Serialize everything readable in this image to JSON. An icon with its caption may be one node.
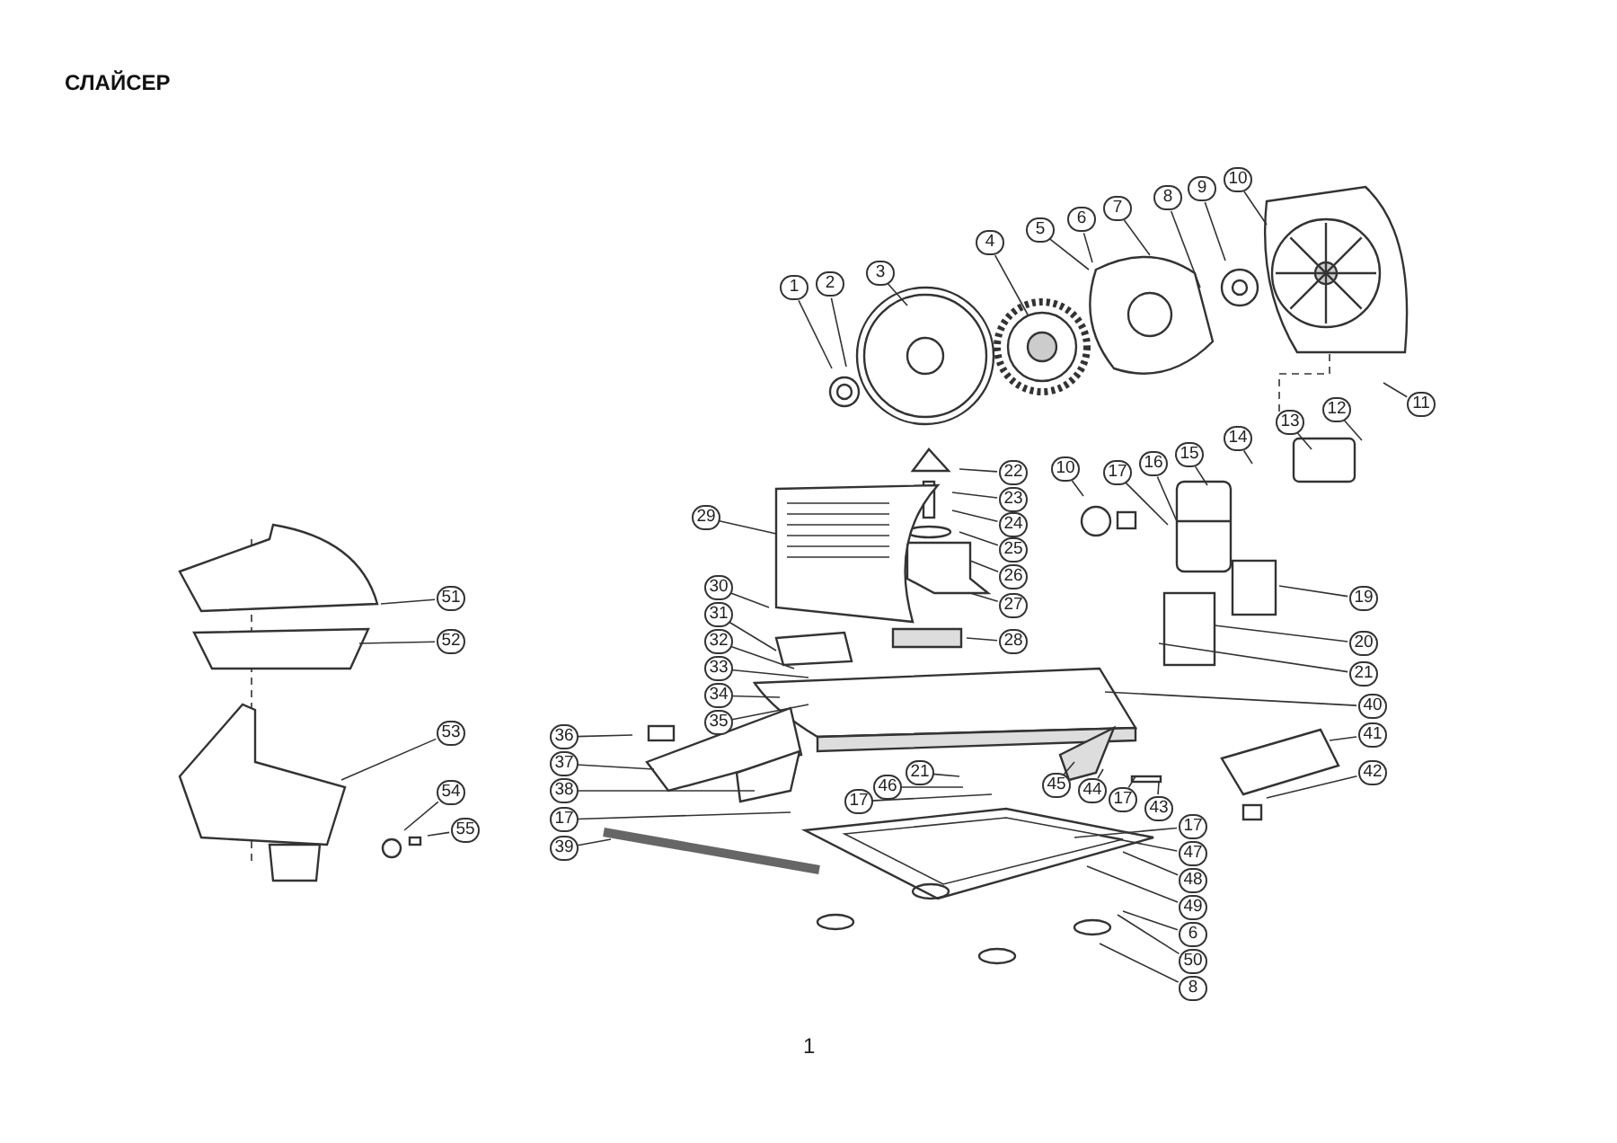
{
  "diagram": {
    "title": "СЛАЙСЕР",
    "nodes": [
      {
        "text": [
          "1"
        ]
      },
      {
        "text": [
          "2"
        ]
      },
      {
        "text": [
          "3"
        ]
      },
      {
        "text": [
          "4"
        ]
      },
      {
        "text": [
          "5"
        ]
      },
      {
        "text": [
          "6"
        ]
      },
      {
        "text": [
          "7"
        ]
      },
      {
        "text": [
          "8"
        ]
      },
      {
        "text": [
          "9"
        ]
      },
      {
        "text": [
          "10"
        ]
      },
      {
        "text": [
          "11"
        ]
      },
      {
        "text": [
          "12"
        ]
      },
      {
        "text": [
          "13"
        ]
      },
      {
        "text": [
          "14"
        ]
      },
      {
        "text": [
          "15"
        ]
      },
      {
        "text": [
          "16"
        ]
      },
      {
        "text": [
          "17"
        ]
      },
      {
        "text": [
          "10"
        ]
      },
      {
        "text": [
          "22"
        ]
      },
      {
        "text": [
          "23"
        ]
      },
      {
        "text": [
          "24"
        ]
      },
      {
        "text": [
          "25"
        ]
      },
      {
        "text": [
          "26"
        ]
      },
      {
        "text": [
          "27"
        ]
      },
      {
        "text": [
          "28"
        ]
      },
      {
        "text": [
          "29"
        ]
      },
      {
        "text": [
          "30"
        ]
      },
      {
        "text": [
          "31"
        ]
      },
      {
        "text": [
          "32"
        ]
      },
      {
        "text": [
          "33"
        ]
      },
      {
        "text": [
          "34"
        ]
      },
      {
        "text": [
          "35"
        ]
      },
      {
        "text": [
          "19"
        ]
      },
      {
        "text": [
          "20"
        ]
      },
      {
        "text": [
          "21"
        ]
      },
      {
        "text": [
          "40"
        ]
      },
      {
        "text": [
          "41"
        ]
      },
      {
        "text": [
          "42"
        ]
      },
      {
        "text": [
          "36"
        ]
      },
      {
        "text": [
          "37"
        ]
      },
      {
        "text": [
          "38"
        ]
      },
      {
        "text": [
          "17"
        ]
      },
      {
        "text": [
          "39"
        ]
      },
      {
        "text": [
          "21"
        ]
      },
      {
        "text": [
          "46"
        ]
      },
      {
        "text": [
          "17"
        ]
      },
      {
        "text": [
          "45"
        ]
      },
      {
        "text": [
          "44"
        ]
      },
      {
        "text": [
          "17"
        ]
      },
      {
        "text": [
          "43"
        ]
      },
      {
        "text": [
          "17"
        ]
      },
      {
        "text": [
          "47"
        ]
      },
      {
        "text": [
          "48"
        ]
      },
      {
        "text": [
          "49"
        ]
      },
      {
        "text": [
          "6"
        ]
      },
      {
        "text": [
          "50"
        ]
      },
      {
        "text": [
          "8"
        ]
      },
      {
        "text": [
          "51"
        ]
      },
      {
        "text": [
          "52"
        ]
      },
      {
        "text": [
          "53"
        ]
      },
      {
        "text": [
          "54"
        ]
      },
      {
        "text": [
          "55"
        ]
      }
    ],
    "edges": [
      {
        "from": 0,
        "to": null,
        "arrow": "none"
      },
      {
        "from": 1,
        "to": null,
        "arrow": "none"
      },
      {
        "from": 2,
        "to": null,
        "arrow": "none"
      },
      {
        "from": 3,
        "to": null,
        "arrow": "none"
      },
      {
        "from": 4,
        "to": null,
        "arrow": "none"
      },
      {
        "from": 5,
        "to": null,
        "arrow": "none"
      },
      {
        "from": 6,
        "to": null,
        "arrow": "none"
      },
      {
        "from": 7,
        "to": null,
        "arrow": "none"
      },
      {
        "from": 8,
        "to": null,
        "arrow": "none"
      },
      {
        "from": 9,
        "to": null,
        "arrow": "none"
      },
      {
        "from": 10,
        "to": null,
        "arrow": "none"
      },
      {
        "from": 11,
        "to": null,
        "arrow": "none"
      },
      {
        "from": 12,
        "to": null,
        "arrow": "none"
      },
      {
        "from": 13,
        "to": null,
        "arrow": "none"
      },
      {
        "from": 14,
        "to": null,
        "arrow": "none"
      },
      {
        "from": 15,
        "to": null,
        "arrow": "none"
      },
      {
        "from": 16,
        "to": null,
        "arrow": "none"
      },
      {
        "from": 17,
        "to": null,
        "arrow": "none"
      },
      {
        "from": 18,
        "to": null,
        "arrow": "none"
      },
      {
        "from": 19,
        "to": null,
        "arrow": "none"
      },
      {
        "from": 20,
        "to": null,
        "arrow": "none"
      },
      {
        "from": 21,
        "to": null,
        "arrow": "none"
      },
      {
        "from": 22,
        "to": null,
        "arrow": "none"
      },
      {
        "from": 23,
        "to": null,
        "arrow": "none"
      },
      {
        "from": 24,
        "to": null,
        "arrow": "none"
      },
      {
        "from": 25,
        "to": null,
        "arrow": "none"
      },
      {
        "from": 26,
        "to": null,
        "arrow": "none"
      },
      {
        "from": 27,
        "to": null,
        "arrow": "none"
      },
      {
        "from": 28,
        "to": null,
        "arrow": "none"
      },
      {
        "from": 29,
        "to": null,
        "arrow": "none"
      },
      {
        "from": 30,
        "to": null,
        "arrow": "none"
      },
      {
        "from": 31,
        "to": null,
        "arrow": "none"
      },
      {
        "from": 32,
        "to": null,
        "arrow": "none"
      },
      {
        "from": 33,
        "to": null,
        "arrow": "none"
      },
      {
        "from": 34,
        "to": null,
        "arrow": "none"
      },
      {
        "from": 35,
        "to": null,
        "arrow": "none"
      },
      {
        "from": 36,
        "to": null,
        "arrow": "none"
      },
      {
        "from": 37,
        "to": null,
        "arrow": "none"
      },
      {
        "from": 38,
        "to": null,
        "arrow": "none"
      },
      {
        "from": 39,
        "to": null,
        "arrow": "none"
      },
      {
        "from": 40,
        "to": null,
        "arrow": "none"
      },
      {
        "from": 41,
        "to": null,
        "arrow": "none"
      },
      {
        "from": 42,
        "to": null,
        "arrow": "none"
      },
      {
        "from": 43,
        "to": null,
        "arrow": "none"
      },
      {
        "from": 44,
        "to": null,
        "arrow": "none"
      },
      {
        "from": 45,
        "to": null,
        "arrow": "none"
      },
      {
        "from": 46,
        "to": null,
        "arrow": "none"
      },
      {
        "from": 47,
        "to": null,
        "arrow": "none"
      },
      {
        "from": 48,
        "to": null,
        "arrow": "none"
      },
      {
        "from": 49,
        "to": null,
        "arrow": "none"
      },
      {
        "from": 50,
        "to": null,
        "arrow": "none"
      },
      {
        "from": 51,
        "to": null,
        "arrow": "none"
      },
      {
        "from": 52,
        "to": null,
        "arrow": "none"
      },
      {
        "from": 53,
        "to": null,
        "arrow": "none"
      },
      {
        "from": 54,
        "to": null,
        "arrow": "none"
      },
      {
        "from": 55,
        "to": null,
        "arrow": "none"
      },
      {
        "from": 56,
        "to": null,
        "arrow": "none"
      },
      {
        "from": 57,
        "to": null,
        "arrow": "none"
      },
      {
        "from": 58,
        "to": null,
        "arrow": "none"
      },
      {
        "from": 59,
        "to": null,
        "arrow": "none"
      },
      {
        "from": 60,
        "to": null,
        "arrow": "none"
      },
      {
        "from": 61,
        "to": null,
        "arrow": "none"
      }
    ],
    "labels": [
      "1"
    ]
  }
}
